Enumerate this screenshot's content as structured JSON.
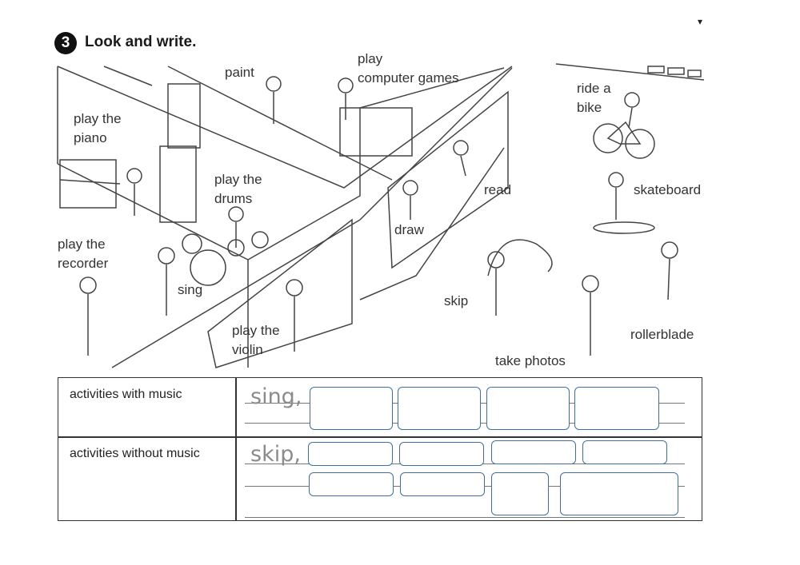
{
  "header": {
    "number": "3",
    "title": "Look and write.",
    "corner_mark": "▾"
  },
  "scene": {
    "labels": [
      "paint",
      "play\ncomputer games",
      "ride a\nbike",
      "play the\npiano",
      "play the\ndrums",
      "read",
      "skateboard",
      "draw",
      "play the\nrecorder",
      "sing",
      "skip",
      "play the\nviolin",
      "rollerblade",
      "take photos"
    ]
  },
  "table": {
    "rows": [
      {
        "category": "activities with music",
        "example": "sing,"
      },
      {
        "category": "activities without music",
        "example": "skip,"
      }
    ]
  }
}
